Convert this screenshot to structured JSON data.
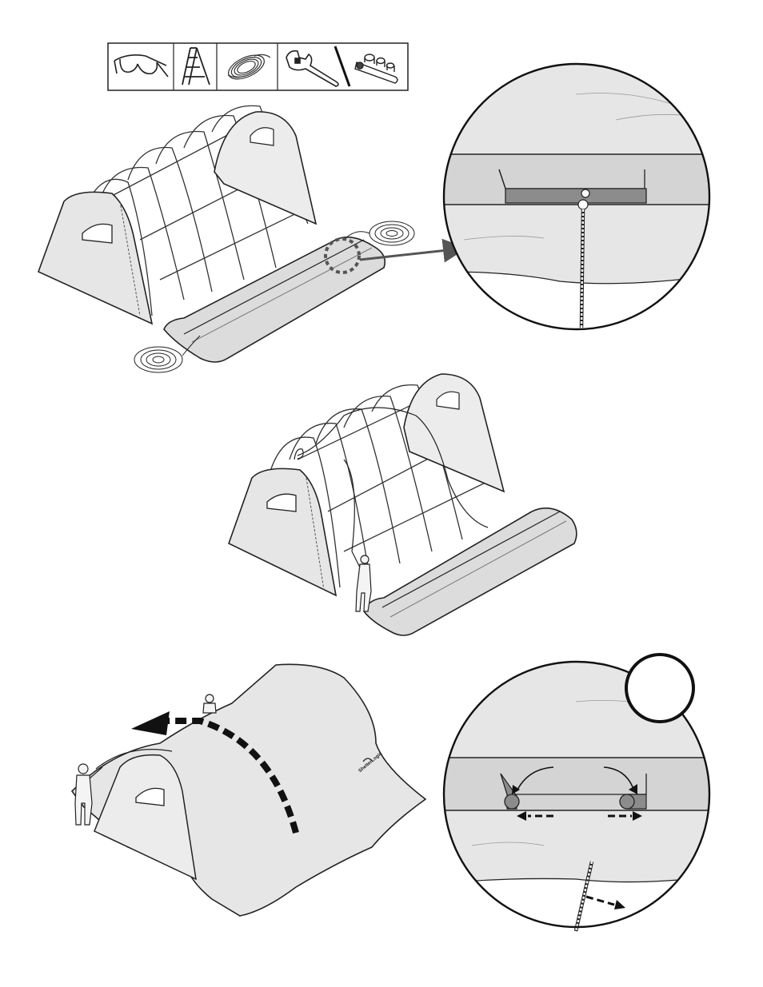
{
  "tools": [
    "safety-glasses-icon",
    "step-ladder-icon",
    "rope-coil-icon",
    "adjustable-wrench-icon",
    "socket-wrench-set-icon"
  ],
  "colors": {
    "fabric": "#e6e6e6",
    "fabric_band": "#d4d4d4",
    "slot": "#8c8c8c",
    "line": "#222222",
    "arrow": "#111111",
    "background": "#ffffff"
  },
  "steps": [
    {
      "name": "cover-unrolled-beside-frame",
      "detail": "rope-through-cover-grommet"
    },
    {
      "name": "rope-thrown-over-frame",
      "detail": "person-pulling-rope"
    },
    {
      "name": "cover-pulled-over-frame",
      "detail": "cover-edge-tucked-into-channel"
    }
  ],
  "brand_mark": "ShelterLogic"
}
